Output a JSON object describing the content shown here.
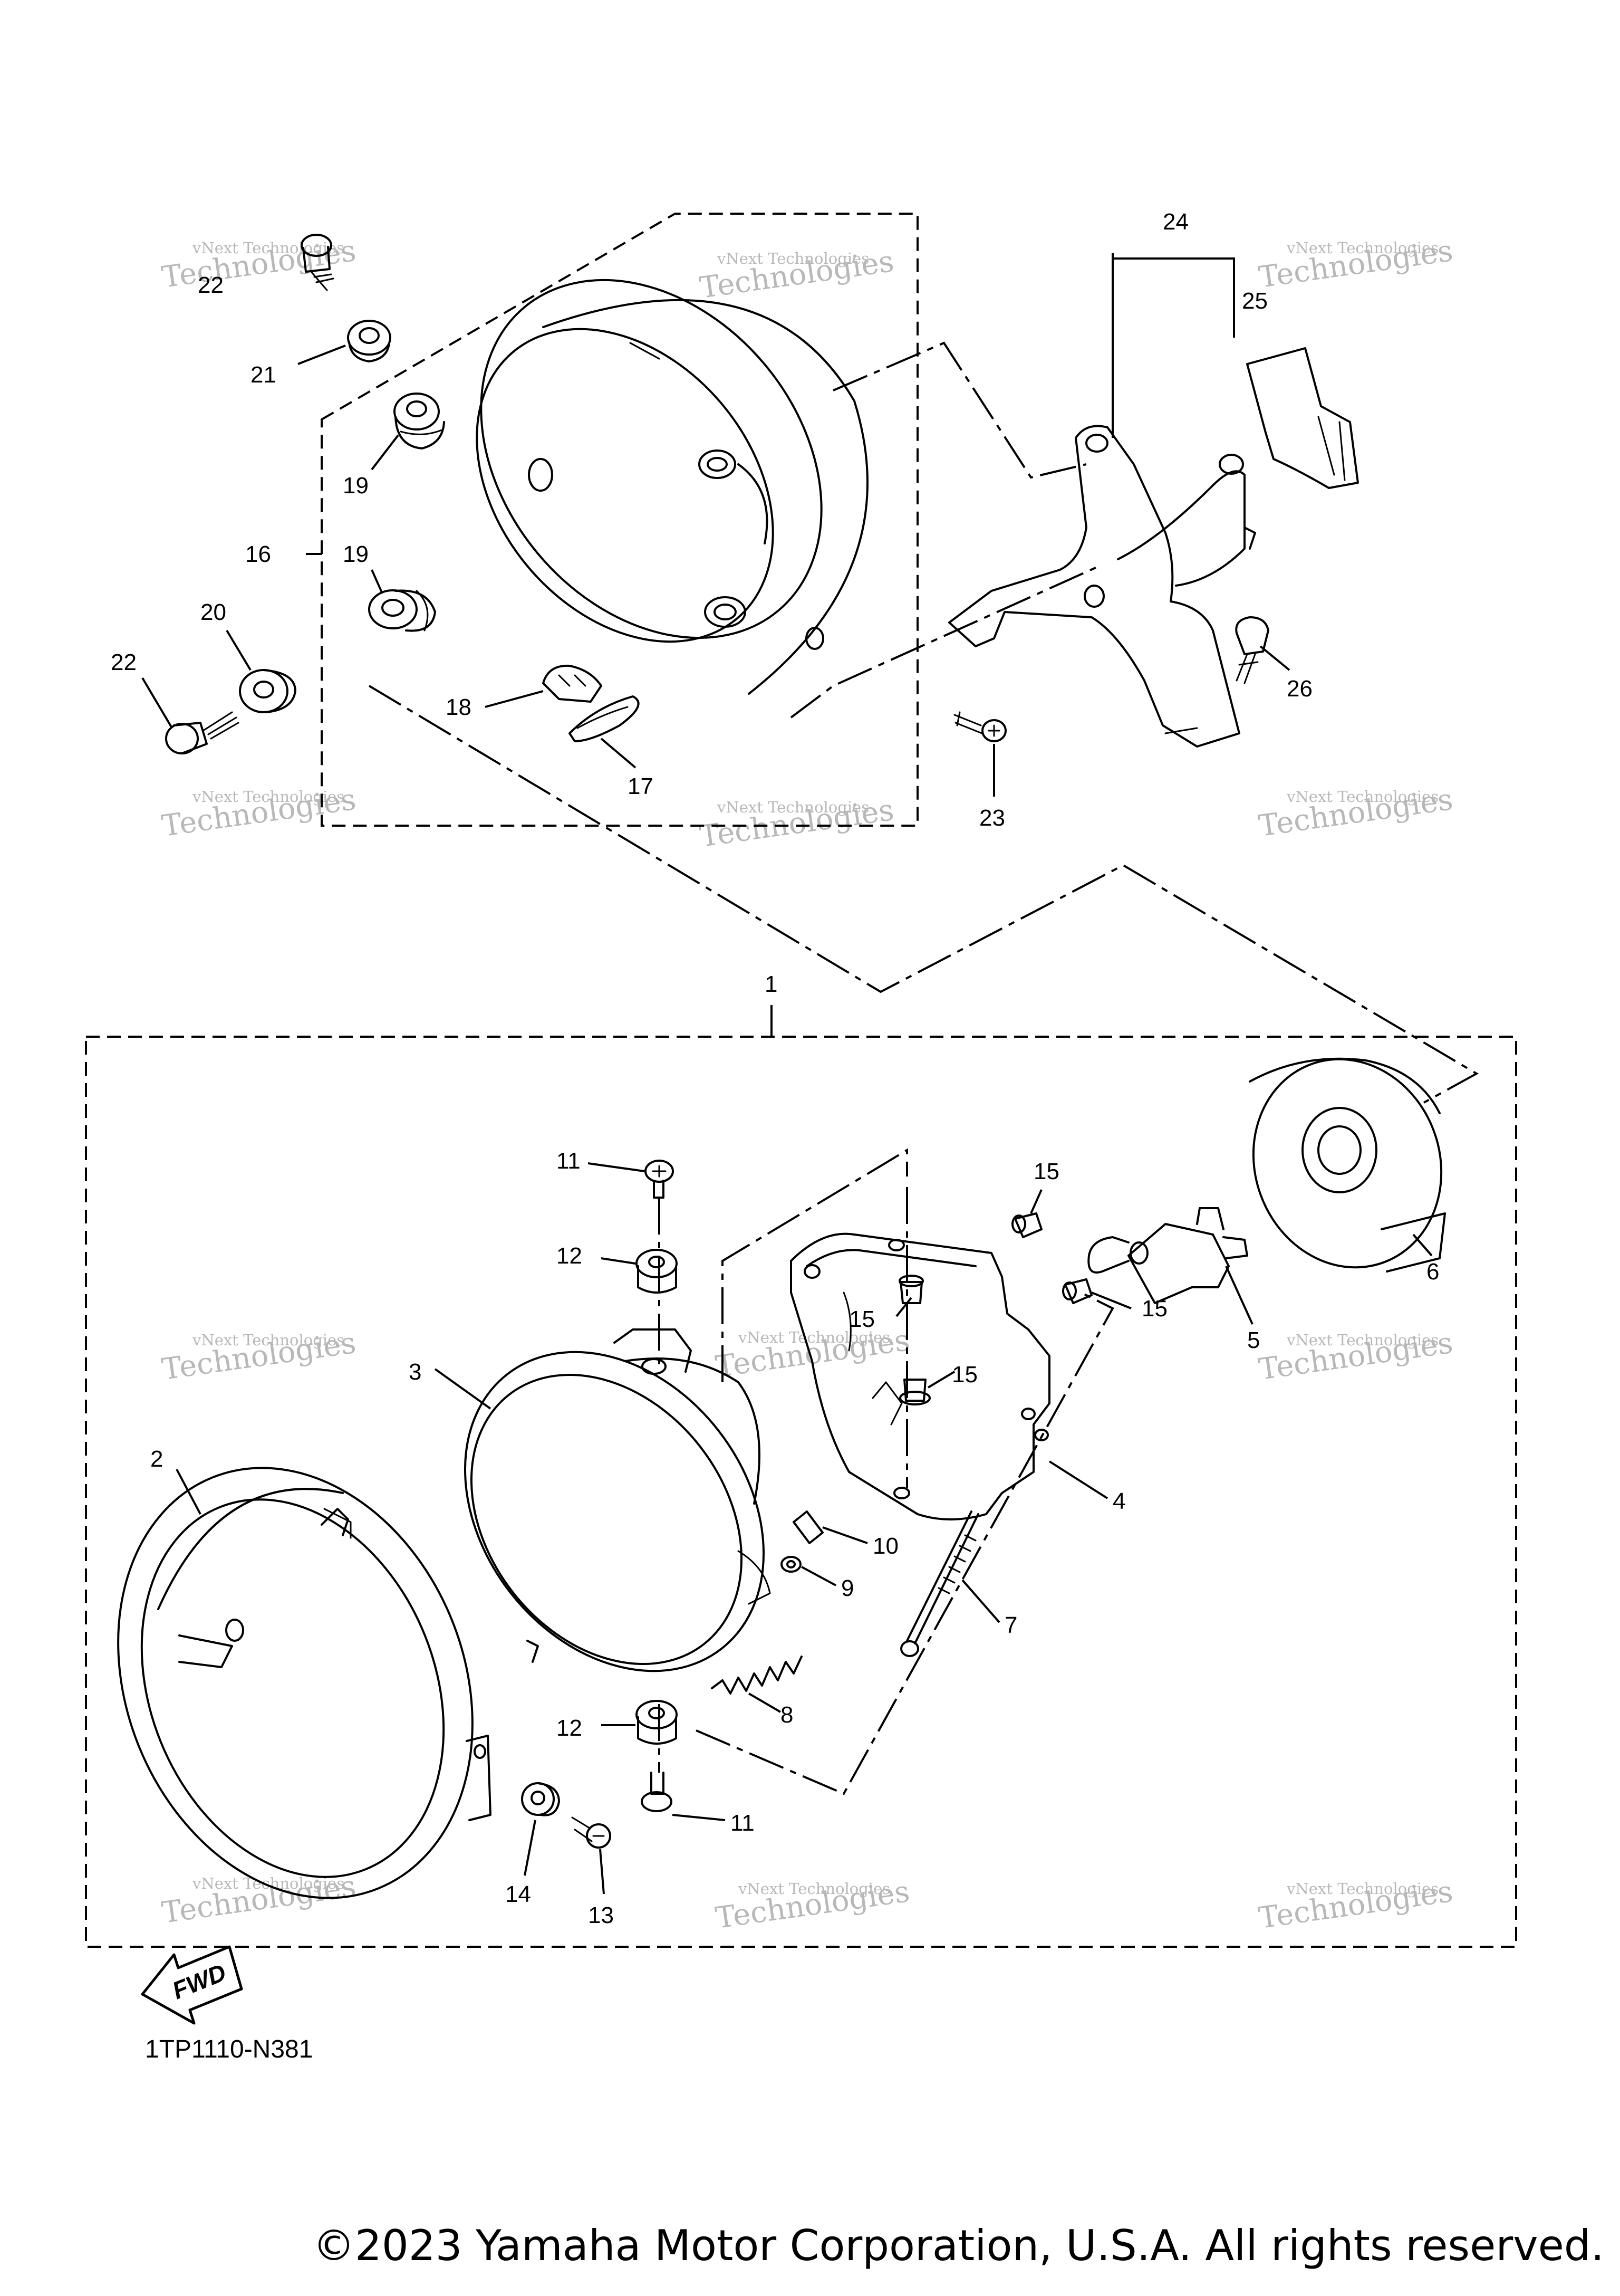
{
  "diagram_code": "1TP1110-N381",
  "fwd_label": "FWD",
  "copyright": "©2023 Yamaha Motor Corporation, U.S.A. All rights reserved.",
  "watermark": {
    "line1": "vNext Technologies",
    "line2": "Technologies"
  },
  "callouts": {
    "c1": "1",
    "c2": "2",
    "c3": "3",
    "c4": "4",
    "c5": "5",
    "c6": "6",
    "c7": "7",
    "c8": "8",
    "c9": "9",
    "c10": "10",
    "c11a": "11",
    "c11b": "11",
    "c12a": "12",
    "c12b": "12",
    "c13": "13",
    "c14": "14",
    "c15a": "15",
    "c15b": "15",
    "c15c": "15",
    "c15d": "15",
    "c16": "16",
    "c17": "17",
    "c18": "18",
    "c19a": "19",
    "c19b": "19",
    "c20": "20",
    "c21": "21",
    "c22a": "22",
    "c22b": "22",
    "c23": "23",
    "c24": "24",
    "c25": "25",
    "c26": "26"
  }
}
